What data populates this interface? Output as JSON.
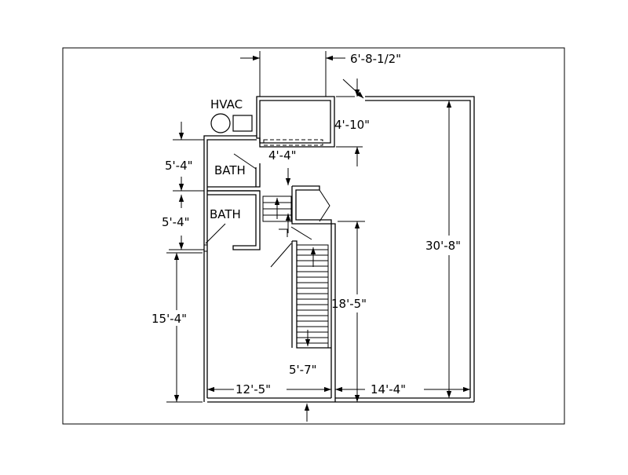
{
  "labels": {
    "hvac": "HVAC",
    "bath_upper": "BATH",
    "bath_lower": "BATH"
  },
  "dimensions": {
    "top_opening": "6'-8-1/2\"",
    "hvac_closet_depth": "4'-10\"",
    "hvac_closet_width": "4'-4\"",
    "upper_bath": "5'-4\"",
    "lower_bath": "5'-4\"",
    "left_lower": "15'-4\"",
    "right_total": "30'-8\"",
    "stair_height": "18'-5\"",
    "stair_gap": "5'-7\"",
    "bottom_left": "12'-5\"",
    "bottom_right": "14'-4\""
  }
}
